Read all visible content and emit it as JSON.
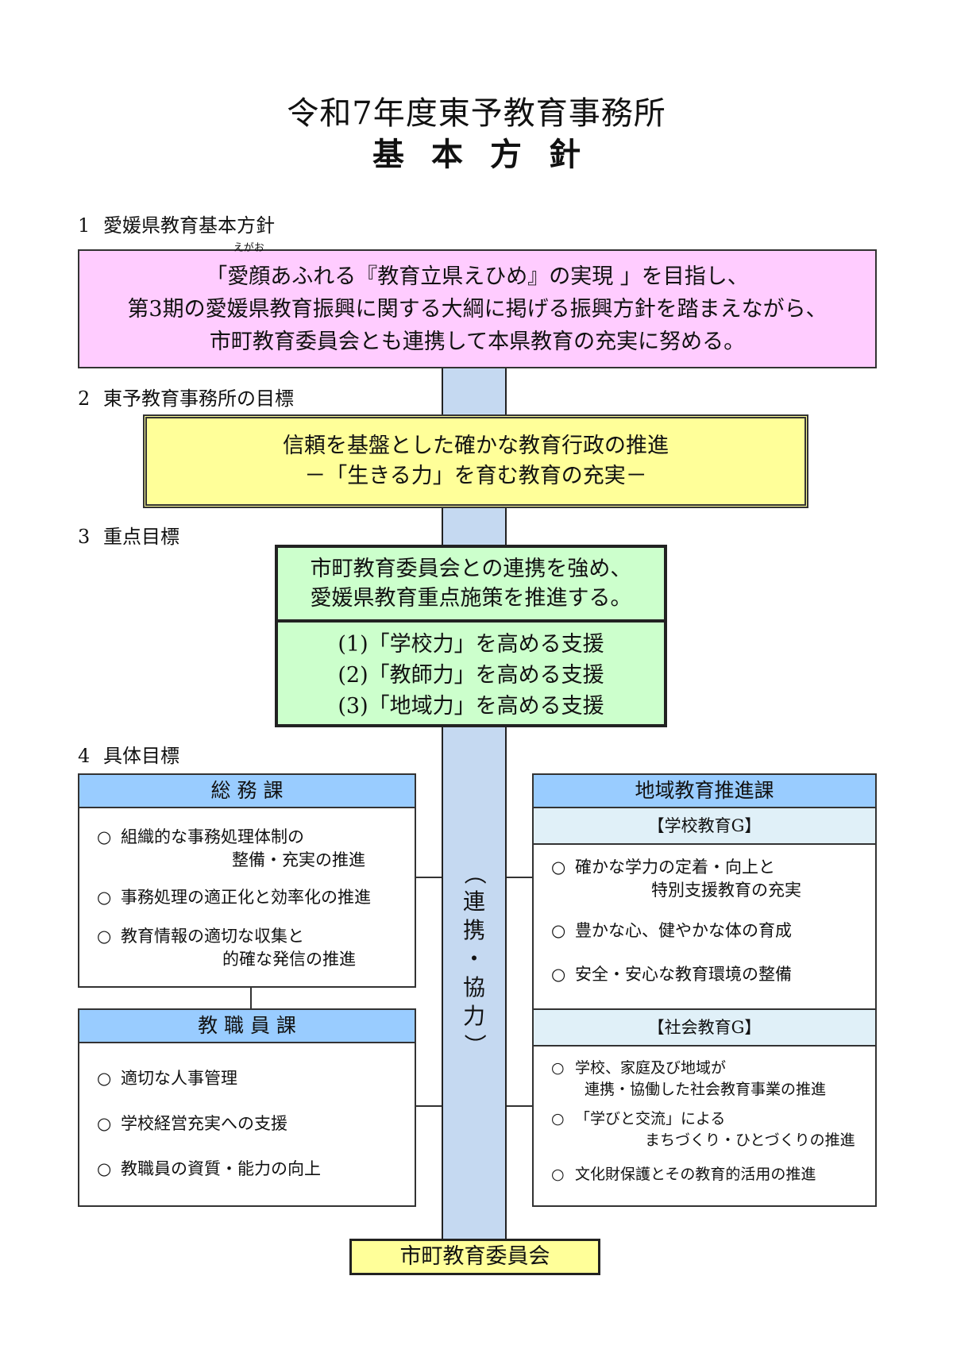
{
  "title": {
    "line1": "令和7年度東予教育事務所",
    "line2": "基本方針"
  },
  "sections": [
    {
      "num": "1",
      "label": "愛媛県教育基本方針"
    },
    {
      "num": "2",
      "label": "東予教育事務所の目標"
    },
    {
      "num": "3",
      "label": "重点目標"
    },
    {
      "num": "4",
      "label": "具体目標"
    }
  ],
  "policy": {
    "line1_open": "「",
    "ruby_base": "愛顔",
    "ruby_reading": "えがお",
    "line1_rest": "あふれる『教育立県えひめ』の実現 」を目指し、",
    "line2": "第3期の愛媛県教育振興に関する大綱に掲げる振興方針を踏まえながら、",
    "line3": "市町教育委員会とも連携して本県教育の充実に努める。"
  },
  "goal": {
    "line1": "信頼を基盤とした確かな教育行政の推進",
    "line2": "－「生きる力」を育む教育の充実－"
  },
  "priority": {
    "line1": "市町教育委員会との連携を強め、",
    "line2": "愛媛県教育重点施策を推進する。",
    "items": [
      "(1)「学校力」を高める支援",
      "(2)「教師力」を高める支援",
      "(3)「地域力」を高める支援"
    ]
  },
  "connector_text": [
    "（",
    "連",
    "携",
    "・",
    "協",
    "力",
    "）"
  ],
  "bullet": "○",
  "soumu": {
    "title": "総 務 課",
    "items": [
      {
        "l1": "組織的な事務処理体制の",
        "l2": "整備・充実の推進"
      },
      {
        "l1": "事務処理の適正化と効率化の推進",
        "l2": ""
      },
      {
        "l1": "教育情報の適切な収集と",
        "l2": "的確な発信の推進"
      }
    ]
  },
  "kyoshokuin": {
    "title": "教 職 員 課",
    "items": [
      {
        "l1": "適切な人事管理",
        "l2": ""
      },
      {
        "l1": "学校経営充実への支援",
        "l2": ""
      },
      {
        "l1": "教職員の資質・能力の向上",
        "l2": ""
      }
    ]
  },
  "chiiki": {
    "title": "地域教育推進課",
    "school": {
      "title": "【学校教育G】",
      "items": [
        {
          "l1": "確かな学力の定着・向上と",
          "l2": "特別支援教育の充実"
        },
        {
          "l1": "豊かな心、健やかな体の育成",
          "l2": ""
        },
        {
          "l1": "安全・安心な教育環境の整備",
          "l2": ""
        }
      ]
    },
    "social": {
      "title": "【社会教育G】",
      "items": [
        {
          "l1": "学校、家庭及び地域が",
          "l2": "連携・協働した社会教育事業の推進"
        },
        {
          "l1": "「学びと交流」による",
          "l2": "まちづくり・ひとづくりの推進"
        },
        {
          "l1": "文化財保護とその教育的活用の推進",
          "l2": ""
        }
      ]
    }
  },
  "bottom": "市町教育委員会"
}
